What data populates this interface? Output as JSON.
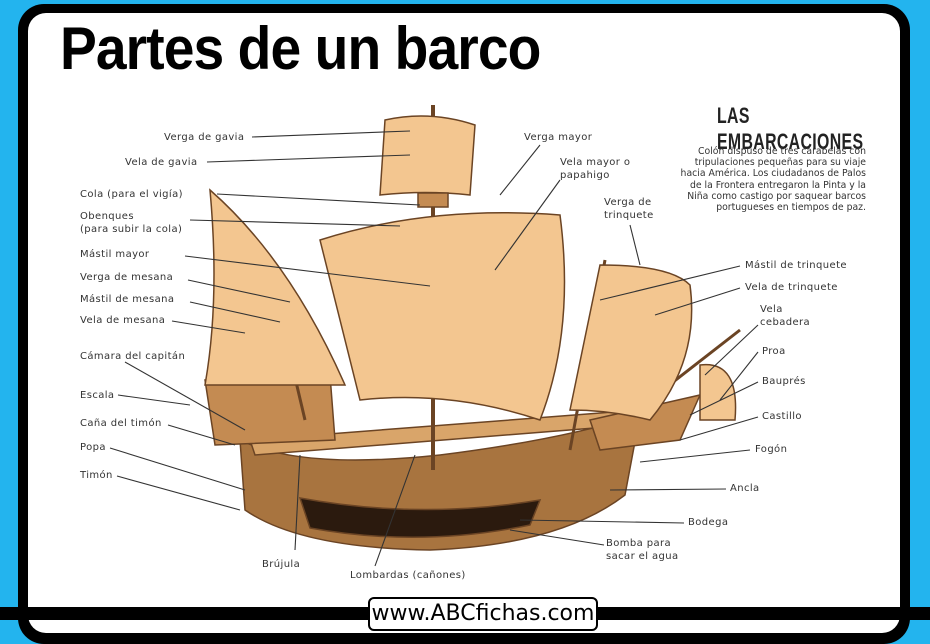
{
  "title": "Partes de un barco",
  "info": {
    "heading": "LAS EMBARCACIONES",
    "text": "Colón dispuso de tres carabelas con tripulaciones pequeñas para su viaje hacia América. Los ciudadanos de Palos de la Frontera entregaron la Pinta y la Niña como castigo por saquear barcos portugueses en tiempos de paz."
  },
  "labels": [
    "Verga de gavia",
    "Vela de gavia",
    "Cola (para el vigía)",
    "Obenques\n(para subir la cola)",
    "Mástil mayor",
    "Verga de mesana",
    "Mástil de mesana",
    "Vela de mesana",
    "Cámara del capitán",
    "Escala",
    "Caña del timón",
    "Popa",
    "Timón",
    "Verga mayor",
    "Vela mayor o\npapahigo",
    "Verga de\ntrinquete",
    "Mástil de trinquete",
    "Vela de trinquete",
    "Vela\ncebadera",
    "Proa",
    "Bauprés",
    "Castillo",
    "Fogón",
    "Ancla",
    "Bodega",
    "Bomba para\nsacar el agua",
    "Brújula",
    "Lombardas (cañones)"
  ],
  "footer": {
    "url": "www.ABCfichas.com"
  },
  "colors": {
    "background": "#23b4ee",
    "sail": "#f3c690",
    "wood": "#b07a45"
  }
}
